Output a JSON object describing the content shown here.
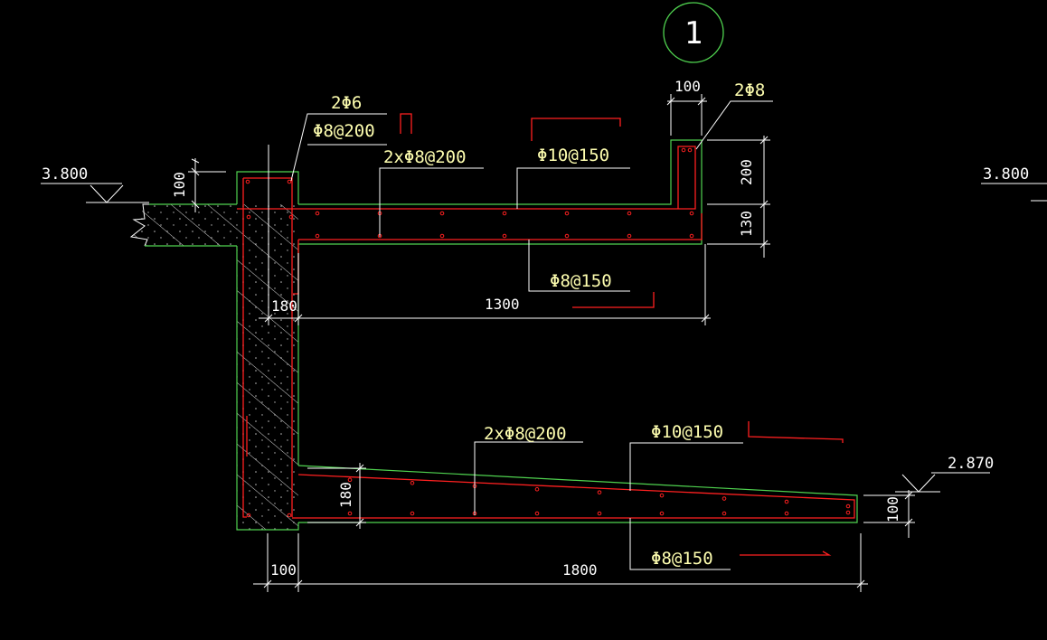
{
  "section_marker": "1",
  "colors": {
    "background": "#000000",
    "concrete_outline": "#4fd24f",
    "rebar": "#ff2020",
    "dimension": "#ffffff",
    "label_text": "#ffffb0"
  },
  "elevations": {
    "left": "3.800",
    "right": "3.800",
    "lower": "2.870"
  },
  "rebar_labels": {
    "wall_top_bars": "2Φ6",
    "wall_stirrup": "Φ8@200",
    "upper_distribution": "2xΦ8@200",
    "upper_top_main": "Φ10@150",
    "upper_bottom_main": "Φ8@150",
    "upturn_bars": "2Φ8",
    "lower_distribution": "2xΦ8@200",
    "lower_top_main": "Φ10@150",
    "lower_bottom_main": "Φ8@150"
  },
  "dimensions": {
    "slab_offset": "100",
    "upturn_width": "100",
    "upturn_height": "200",
    "upper_slab_thickness": "130",
    "wall_thickness": "180",
    "upper_slab_length": "1300",
    "lower_slab_thickness": "180",
    "lower_slab_tip": "100",
    "wall_bottom_offset": "100",
    "lower_slab_length": "1800"
  }
}
